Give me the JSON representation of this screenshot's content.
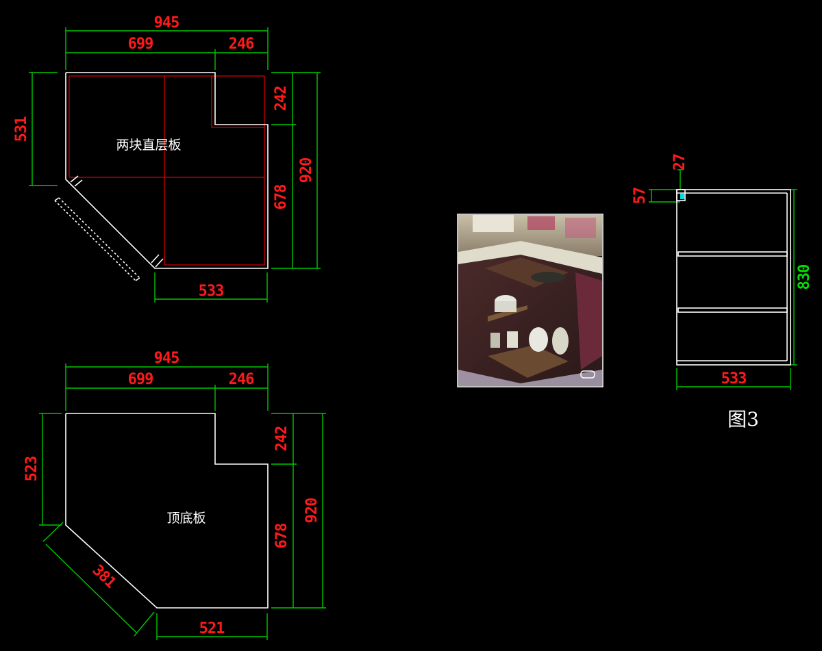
{
  "colors": {
    "background": "#000000",
    "outline": "#ffffff",
    "dimension_line": "#00c800",
    "dimension_text": "#ff1a1a",
    "dimension_text_alt": "#00e000",
    "panel_grid": "#d40000"
  },
  "shelf_plan": {
    "label": "两块直层板",
    "dims": {
      "total_width": "945",
      "left_width": "699",
      "right_width": "246",
      "left_height": "531",
      "notch_height": "242",
      "right_lower_height": "678",
      "total_height": "920",
      "bottom_width": "533"
    }
  },
  "top_bottom_plan": {
    "label": "顶底板",
    "dims": {
      "total_width": "945",
      "left_width": "699",
      "right_width": "246",
      "left_height": "523",
      "notch_height": "242",
      "right_lower_height": "678",
      "total_height": "920",
      "diagonal": "381",
      "bottom_width": "521"
    }
  },
  "side_elevation": {
    "figure_label": "图3",
    "dims": {
      "top_gap": "27",
      "top_offset": "57",
      "height": "830",
      "width": "533"
    }
  },
  "photo": {
    "icon": "corner-cabinet-photo-icon"
  }
}
